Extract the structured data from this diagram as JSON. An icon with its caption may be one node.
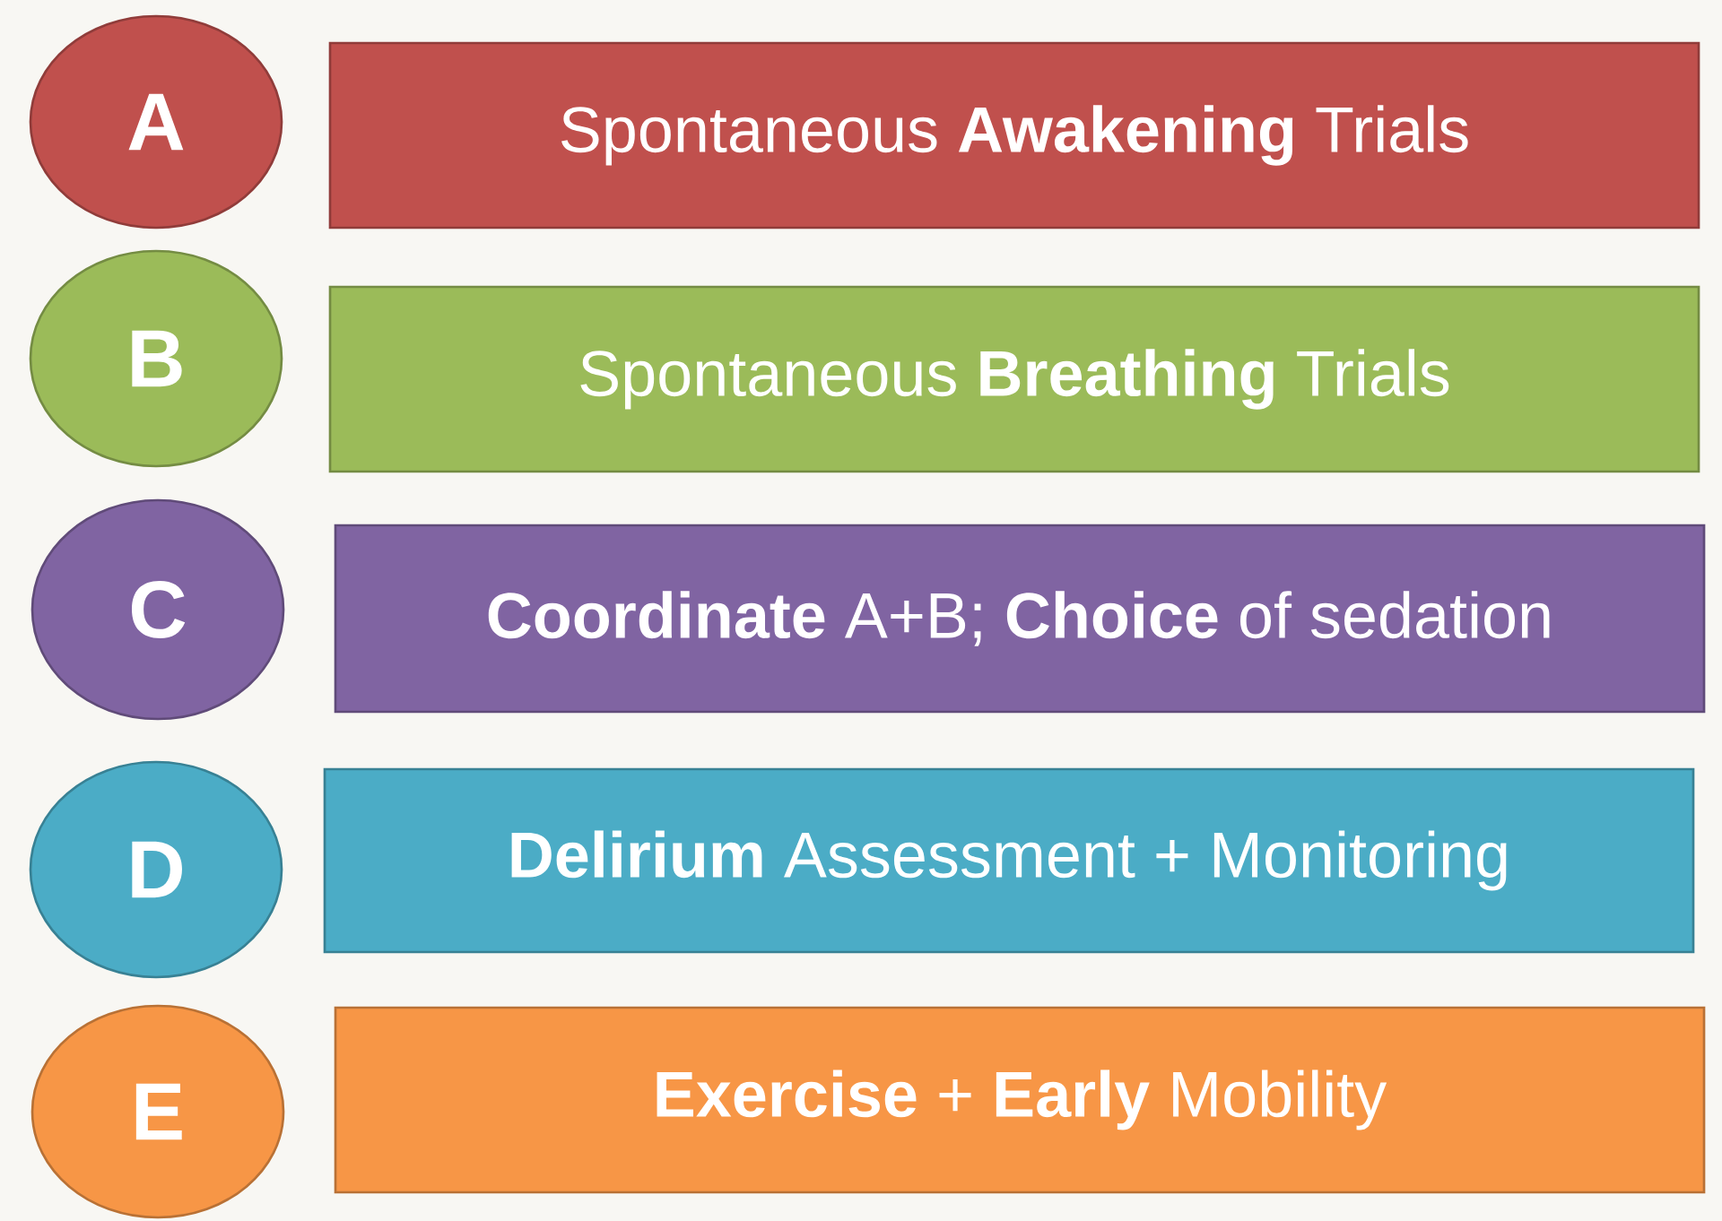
{
  "diagram": {
    "nodes": [
      {
        "text": [
          "A"
        ]
      },
      {
        "text": [
          "Spontaneous **Awakening** Trials"
        ]
      },
      {
        "text": [
          "B"
        ]
      },
      {
        "text": [
          "Spontaneous **Breathing** Trials"
        ]
      },
      {
        "text": [
          "C"
        ]
      },
      {
        "text": [
          "**Coordinate** A+B; **Choice** of sedation"
        ]
      },
      {
        "text": [
          "D"
        ]
      },
      {
        "text": [
          "**Delirium** Assessment + Monitoring"
        ]
      },
      {
        "text": [
          "E"
        ]
      },
      {
        "text": [
          "**Exercise** + **Early** Mobility"
        ]
      }
    ]
  }
}
